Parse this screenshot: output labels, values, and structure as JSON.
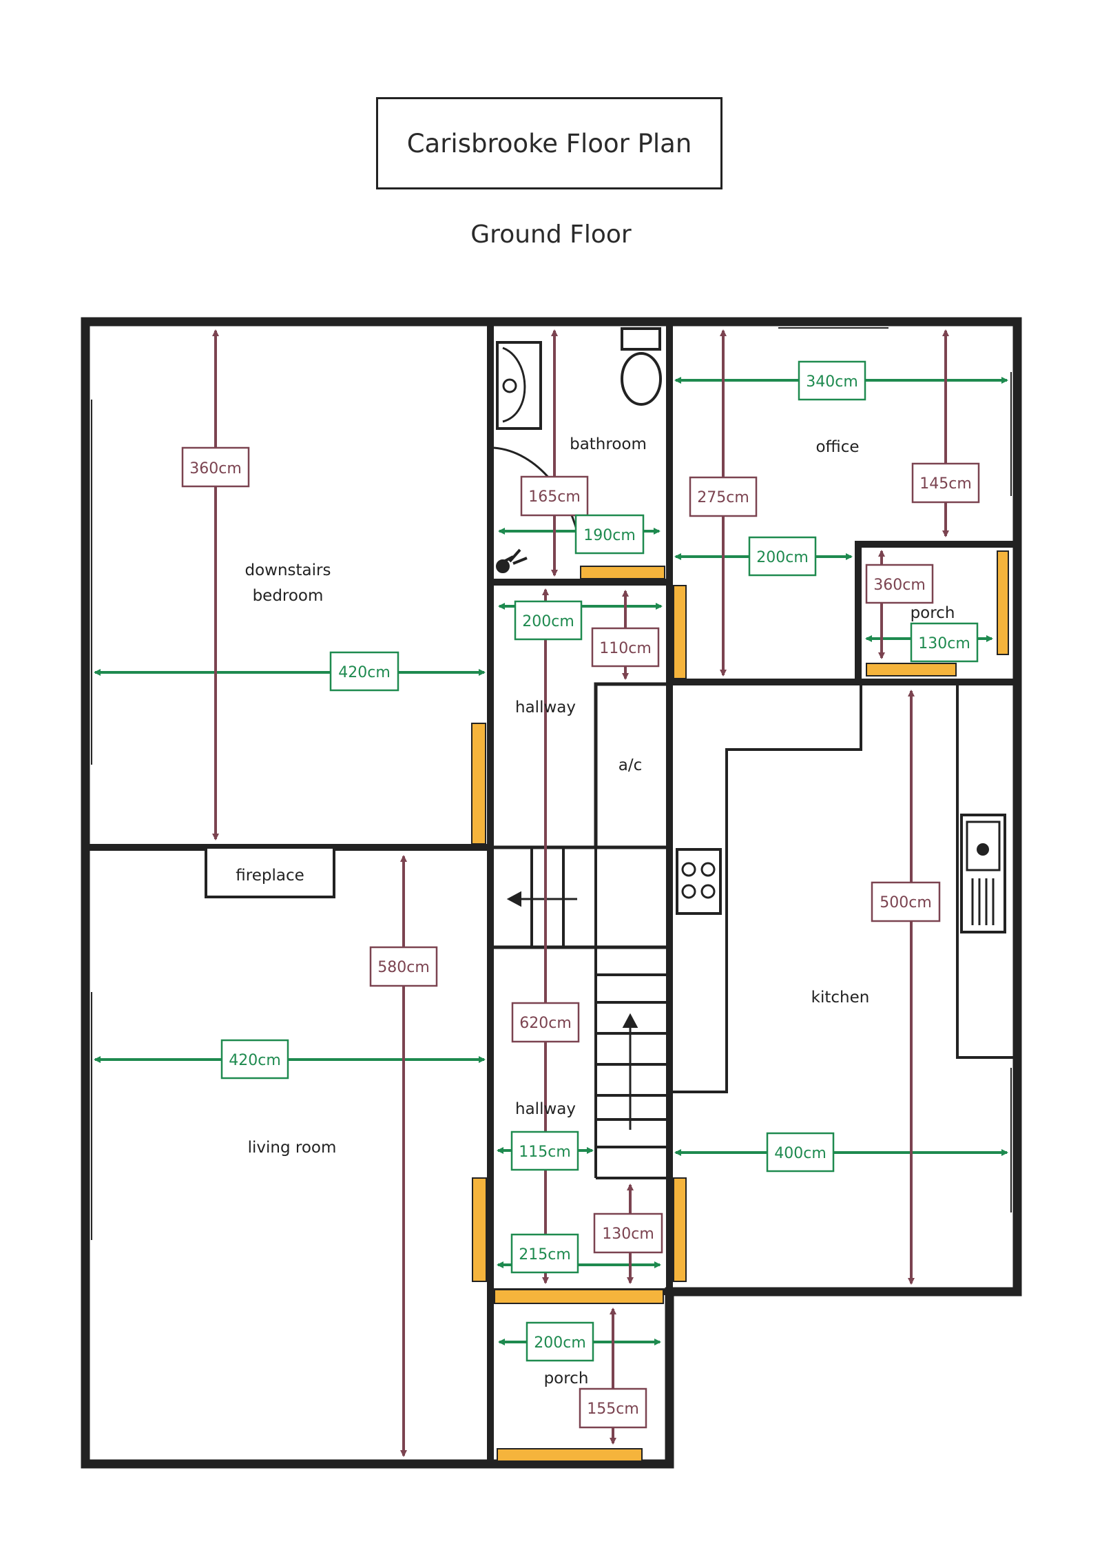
{
  "title": "Carisbrooke Floor Plan",
  "subtitle": "Ground Floor",
  "colors": {
    "wall": "#222222",
    "door": "#f5b43c",
    "horizontal_dimension": "#1e8a4f",
    "vertical_dimension": "#7b4350"
  },
  "rooms": {
    "downstairs_bedroom": [
      "downstairs",
      "bedroom"
    ],
    "bathroom": "bathroom",
    "office": "office",
    "porch_east": "porch",
    "hallway_upper": "hallway",
    "ac": "a/c",
    "fireplace": "fireplace",
    "kitchen": "kitchen",
    "living_room": "living room",
    "hallway_lower": "hallway",
    "porch_south": "porch"
  },
  "dimensions": {
    "bedroom_depth": "360cm",
    "bedroom_width": "420cm",
    "bathroom_depth": "165cm",
    "bathroom_width": "190cm",
    "office_depth": "275cm",
    "office_width": "340cm",
    "office_right_depth": "145cm",
    "office_lower_width": "200cm",
    "porch_east_depth": "360cm",
    "porch_east_width": "130cm",
    "hallway_upper_width": "200cm",
    "hallway_upper_depth": "110cm",
    "living_room_depth": "580cm",
    "living_room_width": "420cm",
    "hallway_depth": "620cm",
    "hallway_lower_width": "115cm",
    "hallway_bottom_width": "215cm",
    "hallway_bottom_depth": "130cm",
    "kitchen_depth": "500cm",
    "kitchen_width": "400cm",
    "porch_south_width": "200cm",
    "porch_south_depth": "155cm"
  }
}
